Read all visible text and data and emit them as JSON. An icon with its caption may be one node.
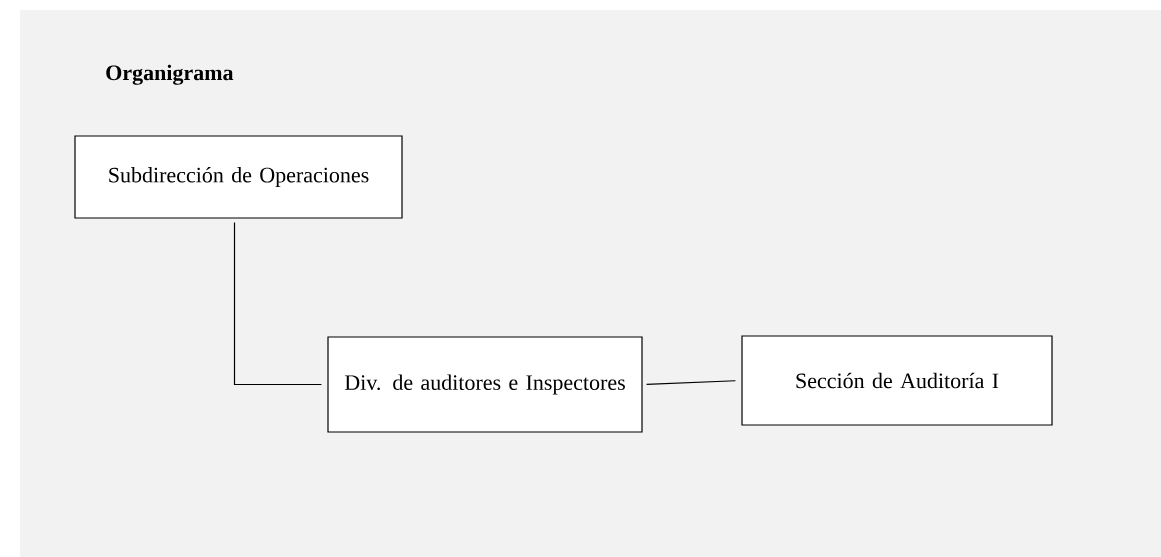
{
  "diagram": {
    "title": "Organigrama",
    "nodes": [
      {
        "text": [
          "Subdirección de Operaciones"
        ]
      },
      {
        "text": [
          "Div. de auditores e Inspectores"
        ]
      },
      {
        "text": [
          "Sección de Auditoría I"
        ]
      }
    ],
    "edges": [
      {
        "from": 0,
        "to": 1,
        "arrow": "none"
      },
      {
        "from": 1,
        "to": 2,
        "arrow": "none"
      }
    ]
  }
}
